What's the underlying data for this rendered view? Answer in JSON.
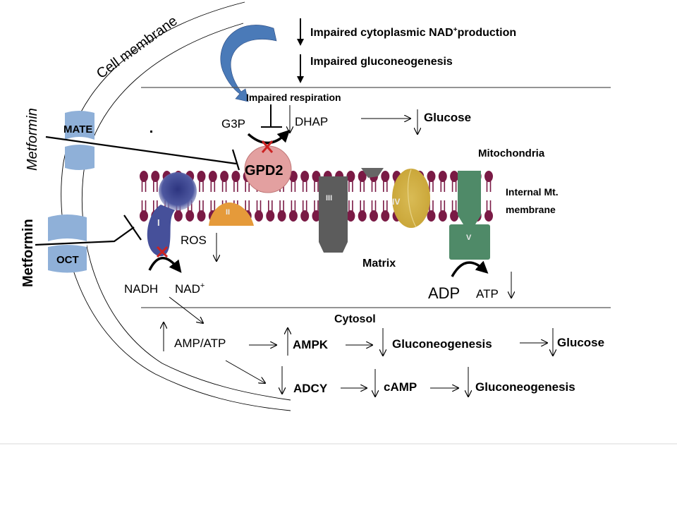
{
  "title": "Metformin mechanism of action on mitochondrial respiration and gluconeogenesis",
  "labels": {
    "cell_membrane": "Cell membrane",
    "metformin_top": "Metformin",
    "metformin_bottom": "Metformin",
    "mate": "MATE",
    "oct": "OCT",
    "impaired_nad": "Impaired cytoplasmic NAD",
    "impaired_nad_sup": "+",
    "impaired_nad_suffix": "production",
    "impaired_gluconeogenesis": "Impaired gluconeogenesis",
    "impaired_respiration": "Impaired respiration",
    "g3p": "G3P",
    "dhap": "DHAP",
    "glucose_top": "Glucose",
    "gpd2": "GPD2",
    "mitochondria": "Mitochondria",
    "internal_mt_line1": "Internal Mt.",
    "internal_mt_line2": "membrane",
    "ros": "ROS",
    "matrix": "Matrix",
    "nadh": "NADH",
    "nad": "NAD",
    "nad_sup": "+",
    "adp": "ADP",
    "atp": "ATP",
    "cytosol": "Cytosol",
    "amp_atp": "AMP/ATP",
    "ampk": "AMPK",
    "gluconeogenesis_mid": "Gluconeogenesis",
    "glucose_bottom": "Glucose",
    "adcy": "ADCY",
    "camp": "cAMP",
    "gluconeogenesis_bottom": "Gluconeogenesis"
  },
  "complexes": [
    {
      "id": "I",
      "label": "I",
      "color": "#3f4a8f"
    },
    {
      "id": "II",
      "label": "II",
      "color": "#e59a3a"
    },
    {
      "id": "III",
      "label": "III",
      "color": "#5a5a5a"
    },
    {
      "id": "IV",
      "label": "IV",
      "color": "#d8b84a"
    },
    {
      "id": "V",
      "label": "V",
      "color": "#4f8a68"
    }
  ],
  "colors": {
    "membrane_lipid": "#7a1a45",
    "transporter": "#8fb0d8",
    "gpd2": "#e3a0a0",
    "inhibition_x": "#cc2222",
    "curved_arrow": "#4a7ab8"
  }
}
